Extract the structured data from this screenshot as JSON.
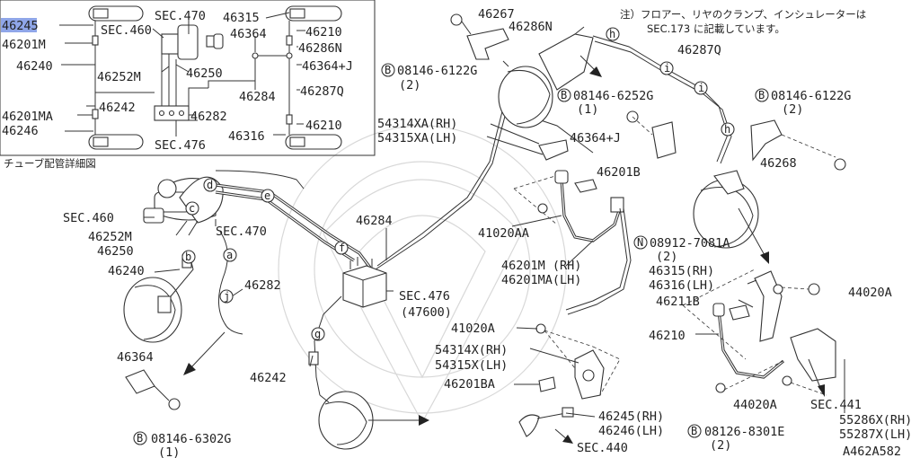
{
  "note": {
    "line1": "注）フロアー、リヤのクランプ、インシュレーターは",
    "line2": "SEC.173 に記載しています。"
  },
  "inset": {
    "caption": "チューブ配管詳細図",
    "labels": [
      {
        "id": "46245",
        "text": "46245",
        "highlight": true
      },
      {
        "id": "46201M",
        "text": "46201M"
      },
      {
        "id": "46240",
        "text": "46240"
      },
      {
        "id": "SEC470",
        "text": "SEC.470"
      },
      {
        "id": "SEC460",
        "text": "SEC.460"
      },
      {
        "id": "46252M",
        "text": "46252M"
      },
      {
        "id": "46250",
        "text": "46250"
      },
      {
        "id": "46315",
        "text": "46315"
      },
      {
        "id": "46210a",
        "text": "46210"
      },
      {
        "id": "46364",
        "text": "46364"
      },
      {
        "id": "46286N",
        "text": "46286N"
      },
      {
        "id": "46364J",
        "text": "46364+J"
      },
      {
        "id": "46284",
        "text": "46284"
      },
      {
        "id": "46287Q",
        "text": "46287Q"
      },
      {
        "id": "46201MA",
        "text": "46201MA"
      },
      {
        "id": "46242",
        "text": "46242"
      },
      {
        "id": "46282",
        "text": "46282"
      },
      {
        "id": "46246",
        "text": "46246"
      },
      {
        "id": "SEC476",
        "text": "SEC.476"
      },
      {
        "id": "46316",
        "text": "46316"
      },
      {
        "id": "46210b",
        "text": "46210"
      }
    ]
  },
  "main": {
    "labels": [
      {
        "id": "46267",
        "text": "46267"
      },
      {
        "id": "46286N",
        "text": "46286N"
      },
      {
        "id": "46287Q",
        "text": "46287Q"
      },
      {
        "id": "b08146-6122G-a",
        "text": "08146-6122G"
      },
      {
        "id": "b08146-6122G-a-qty",
        "text": "(2)"
      },
      {
        "id": "b08146-6252G",
        "text": "08146-6252G"
      },
      {
        "id": "b08146-6252G-qty",
        "text": "(1)"
      },
      {
        "id": "b08146-6122G-b",
        "text": "08146-6122G"
      },
      {
        "id": "b08146-6122G-b-qty",
        "text": "(2)"
      },
      {
        "id": "54314XA",
        "text": "54314XA(RH)"
      },
      {
        "id": "54315XA",
        "text": "54315XA(LH)"
      },
      {
        "id": "46364J",
        "text": "46364+J"
      },
      {
        "id": "46268",
        "text": "46268"
      },
      {
        "id": "46201B",
        "text": "46201B"
      },
      {
        "id": "41020AA",
        "text": "41020AA"
      },
      {
        "id": "46284",
        "text": "46284"
      },
      {
        "id": "n08912-7081A",
        "text": "08912-7081A"
      },
      {
        "id": "n08912-qty",
        "text": "(2)"
      },
      {
        "id": "SEC460",
        "text": "SEC.460"
      },
      {
        "id": "46252M",
        "text": "46252M"
      },
      {
        "id": "SEC470",
        "text": "SEC.470"
      },
      {
        "id": "46250",
        "text": "46250"
      },
      {
        "id": "46240",
        "text": "46240"
      },
      {
        "id": "46282",
        "text": "46282"
      },
      {
        "id": "46201M",
        "text": "46201M (RH)"
      },
      {
        "id": "46201MA",
        "text": "46201MA(LH)"
      },
      {
        "id": "46315",
        "text": "46315(RH)"
      },
      {
        "id": "46316",
        "text": "46316(LH)"
      },
      {
        "id": "44020A-a",
        "text": "44020A"
      },
      {
        "id": "46211B",
        "text": "46211B"
      },
      {
        "id": "SEC476",
        "text": "SEC.476"
      },
      {
        "id": "47600",
        "text": "(47600)"
      },
      {
        "id": "41020A",
        "text": "41020A"
      },
      {
        "id": "46210",
        "text": "46210"
      },
      {
        "id": "46364",
        "text": "46364"
      },
      {
        "id": "54314X",
        "text": "54314X(RH)"
      },
      {
        "id": "54315X",
        "text": "54315X(LH)"
      },
      {
        "id": "46242",
        "text": "46242"
      },
      {
        "id": "46201BA",
        "text": "46201BA"
      },
      {
        "id": "44020A-b",
        "text": "44020A"
      },
      {
        "id": "SEC441",
        "text": "SEC.441"
      },
      {
        "id": "46245",
        "text": "46245(RH)"
      },
      {
        "id": "46246",
        "text": "46246(LH)"
      },
      {
        "id": "55286X",
        "text": "55286X(RH)"
      },
      {
        "id": "55287X",
        "text": "55287X(LH)"
      },
      {
        "id": "b08146-6302G",
        "text": "08146-6302G"
      },
      {
        "id": "b08146-6302G-qty",
        "text": "(1)"
      },
      {
        "id": "b08126-8301E",
        "text": "08126-8301E"
      },
      {
        "id": "b08126-8301E-qty",
        "text": "(2)"
      },
      {
        "id": "SEC440",
        "text": "SEC.440"
      },
      {
        "id": "drawing-no",
        "text": "A462A582"
      }
    ],
    "callouts": [
      "a",
      "b",
      "c",
      "d",
      "e",
      "f",
      "g",
      "h",
      "i",
      "j"
    ],
    "symbol_b": "B",
    "symbol_n": "N"
  }
}
